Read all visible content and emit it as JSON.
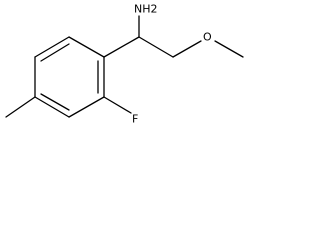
{
  "structure": {
    "labels": {
      "amine": "NH2",
      "fluoro": "F",
      "methoxy_oxygen": "O"
    }
  }
}
